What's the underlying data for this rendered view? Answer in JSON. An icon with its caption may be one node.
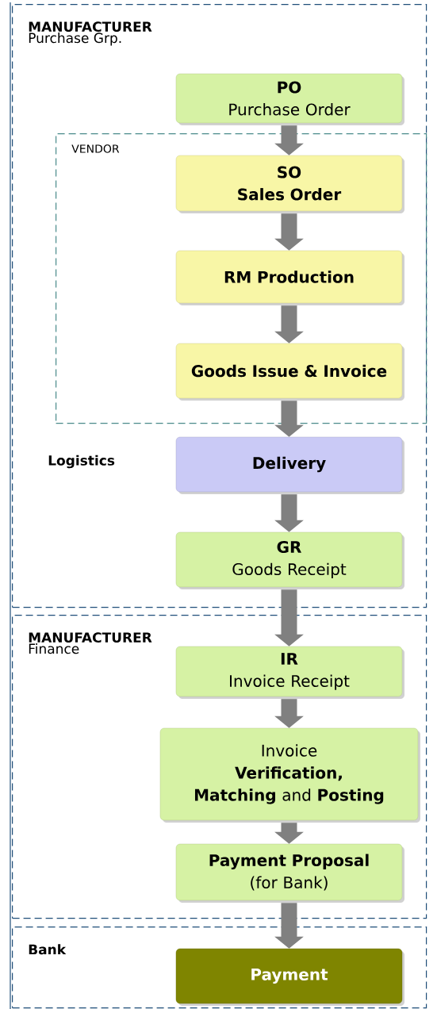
{
  "diagram": {
    "nodes": [
      {
        "text": [
          "MANUFACTURER",
          "Purchase Grp."
        ]
      },
      {
        "text": [
          "PO",
          "Purchase Order"
        ],
        "in": 0
      },
      {
        "text": [
          "VENDOR"
        ],
        "in": 0
      },
      {
        "text": [
          "SO",
          "Sales Order"
        ],
        "in": 2
      },
      {
        "text": [
          "RM Production"
        ],
        "in": 2
      },
      {
        "text": [
          "Goods Issue & Invoice"
        ],
        "in": 2
      },
      {
        "text": [
          "Delivery"
        ],
        "in": 0
      },
      {
        "text": [
          "GR",
          "Goods Receipt"
        ],
        "in": 0
      },
      {
        "text": [
          "MANUFACTURER",
          "Finance"
        ]
      },
      {
        "text": [
          "IR",
          "Invoice Receipt"
        ],
        "in": 8
      },
      {
        "text": [
          "Invoice",
          "**Verification, Matching** and **Posting**"
        ],
        "in": 8
      },
      {
        "text": [
          "Payment Proposal",
          "(for Bank)"
        ],
        "in": 8
      },
      {
        "text": [
          "Bank"
        ]
      },
      {
        "text": [
          "Payment"
        ],
        "in": 12
      }
    ],
    "edges": [
      {
        "from": 1,
        "to": 3,
        "arrow": "to"
      },
      {
        "from": 3,
        "to": 4,
        "arrow": "to"
      },
      {
        "from": 4,
        "to": 5,
        "arrow": "to"
      },
      {
        "from": 5,
        "to": 6,
        "arrow": "to"
      },
      {
        "from": 6,
        "to": 7,
        "arrow": "to"
      },
      {
        "from": 7,
        "to": 9,
        "arrow": "to"
      },
      {
        "from": 9,
        "to": 10,
        "arrow": "to"
      },
      {
        "from": 10,
        "to": 11,
        "arrow": "to"
      },
      {
        "from": 11,
        "to": 13,
        "arrow": "to"
      }
    ],
    "labels": [
      "Logistics"
    ]
  }
}
